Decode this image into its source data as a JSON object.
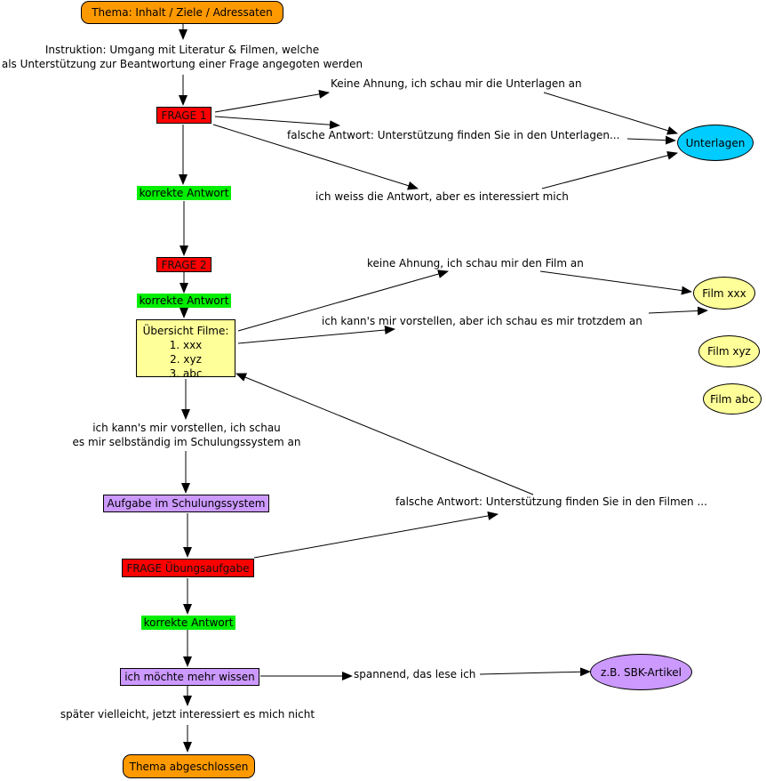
{
  "nodes": {
    "topic": "Thema: Inhalt / Ziele / Adressaten",
    "instruction_line1": "Instruktion: Umgang mit Literatur & Filmen, welche",
    "instruction_line2": "als Unterstützung zur Beantwortung einer Frage angegoten werden",
    "question1": "FRAGE 1",
    "correct1": "korrekte Antwort",
    "question2": "FRAGE 2",
    "correct2": "korrekte Antwort",
    "films_overview": {
      "title": "Übersicht Filme:",
      "items": [
        "1. xxx",
        "2. xyz",
        "3. abc"
      ]
    },
    "self_study_line1": "ich kann's mir vorstellen, ich schau",
    "self_study_line2": "es mir selbständig im Schulungssystem an",
    "training_task": "Aufgabe im Schulungssystem",
    "practice_question": "FRAGE Übungsaufgabe",
    "correct3": "korrekte Antwort",
    "learn_more": "ich möchte mehr wissen",
    "later": "später vielleicht, jetzt interessiert es mich nicht",
    "topic_done": "Thema abgeschlossen",
    "documents": "Unterlagen",
    "film_xxx": "Film xxx",
    "film_xyz": "Film xyz",
    "film_abc": "Film abc",
    "article": "z.B. SBK-Artikel"
  },
  "edge_labels": {
    "no_idea_docs": "Keine Ahnung, ich schau mir die Unterlagen an",
    "wrong_docs": "falsche Antwort: Unterstützung finden Sie in den Unterlagen...",
    "know_interest": "ich weiss die Antwort, aber es interessiert mich",
    "no_idea_film": "keine Ahnung, ich schau mir den Film an",
    "imagine_watch": "ich kann's mir vorstellen, aber ich schau es mir trotzdem an",
    "wrong_films": "falsche Antwort: Unterstützung finden Sie in den Filmen ...",
    "exciting_read": "spannend, das lese ich"
  },
  "colors": {
    "orange": "#ff9900",
    "red": "#ff0000",
    "green": "#00ee00",
    "purple": "#cc99ff",
    "yellow": "#ffff99",
    "blue": "#00ccff"
  }
}
